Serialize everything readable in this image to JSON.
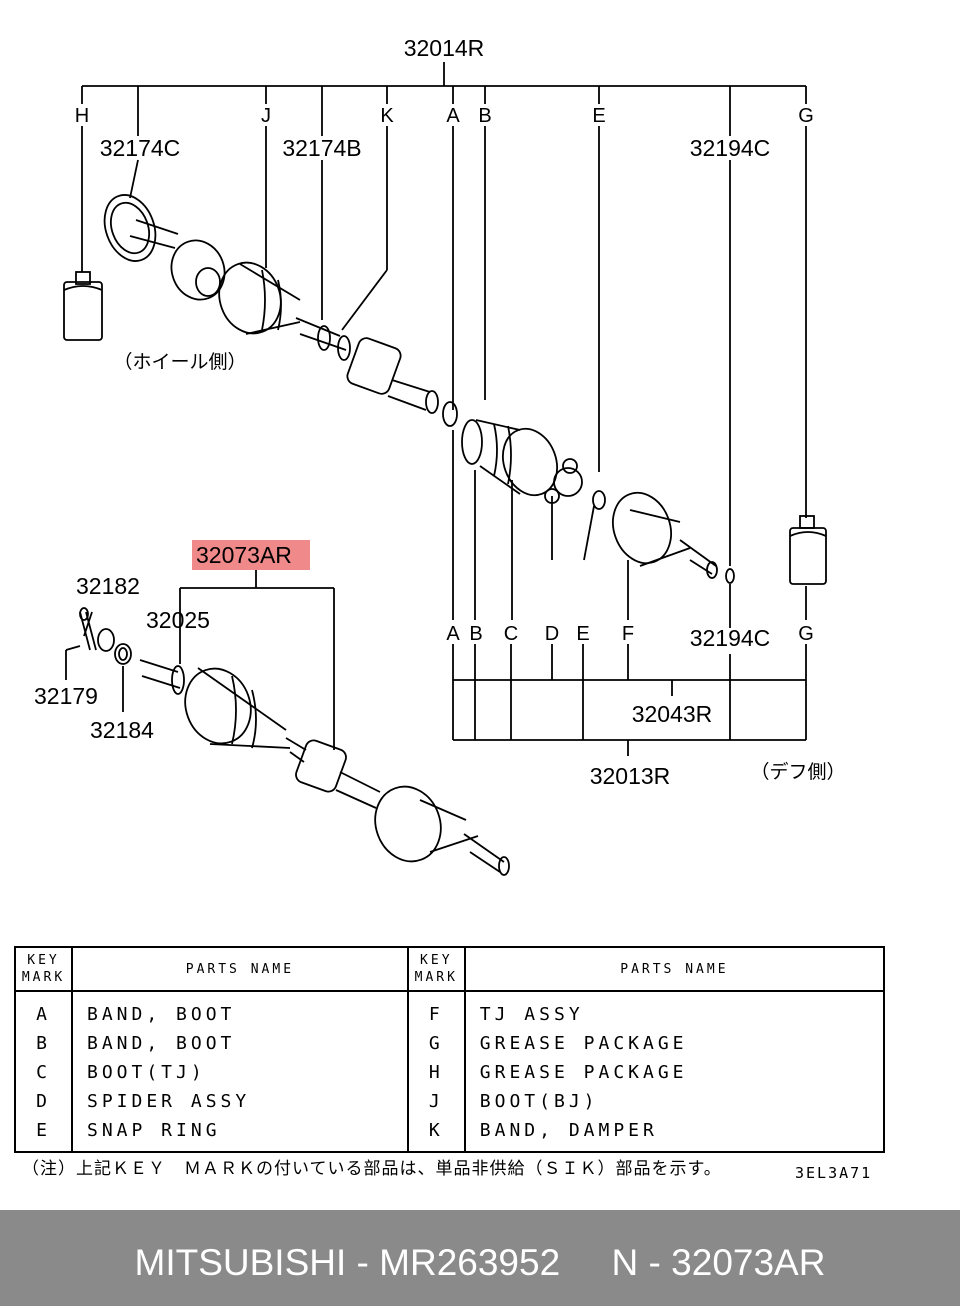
{
  "callouts": {
    "assy_top": "32014R",
    "k_32174C": "32174C",
    "k_32174B": "32174B",
    "k_32194C_top": "32194C",
    "k_32194C_bottom": "32194C",
    "highlight": "32073AR",
    "k_32182": "32182",
    "k_32025": "32025",
    "k_32179": "32179",
    "k_32184": "32184",
    "k_32043R": "32043R",
    "k_32013R": "32013R",
    "wheel_side": "（ホイール側）",
    "diff_side": "（デフ側）"
  },
  "top_keys": [
    "H",
    "J",
    "K",
    "A",
    "B",
    "E",
    "G"
  ],
  "bottom_keys": [
    "A",
    "B",
    "C",
    "D",
    "E",
    "F",
    "G"
  ],
  "table": {
    "header_key": [
      "KEY",
      "MARK"
    ],
    "header_name": "PARTS NAME",
    "left": [
      {
        "key": "A",
        "name": "BAND, BOOT"
      },
      {
        "key": "B",
        "name": "BAND, BOOT"
      },
      {
        "key": "C",
        "name": "BOOT(TJ)"
      },
      {
        "key": "D",
        "name": "SPIDER ASSY"
      },
      {
        "key": "E",
        "name": "SNAP RING"
      }
    ],
    "right": [
      {
        "key": "F",
        "name": "TJ ASSY"
      },
      {
        "key": "G",
        "name": "GREASE PACKAGE"
      },
      {
        "key": "H",
        "name": "GREASE PACKAGE"
      },
      {
        "key": "J",
        "name": "BOOT(BJ)"
      },
      {
        "key": "K",
        "name": "BAND, DAMPER"
      }
    ]
  },
  "note": "（注）上記ＫＥＹ　ＭＡＲＫの付いている部品は、単品非供給（ＳＩＫ）部品を示す。",
  "drawing_code": "3EL3A71",
  "footer": "MITSUBISHI - MR263952     N - 32073AR",
  "colors": {
    "highlight": "#f08a8a",
    "footer_bg": "#8a8a8a"
  }
}
